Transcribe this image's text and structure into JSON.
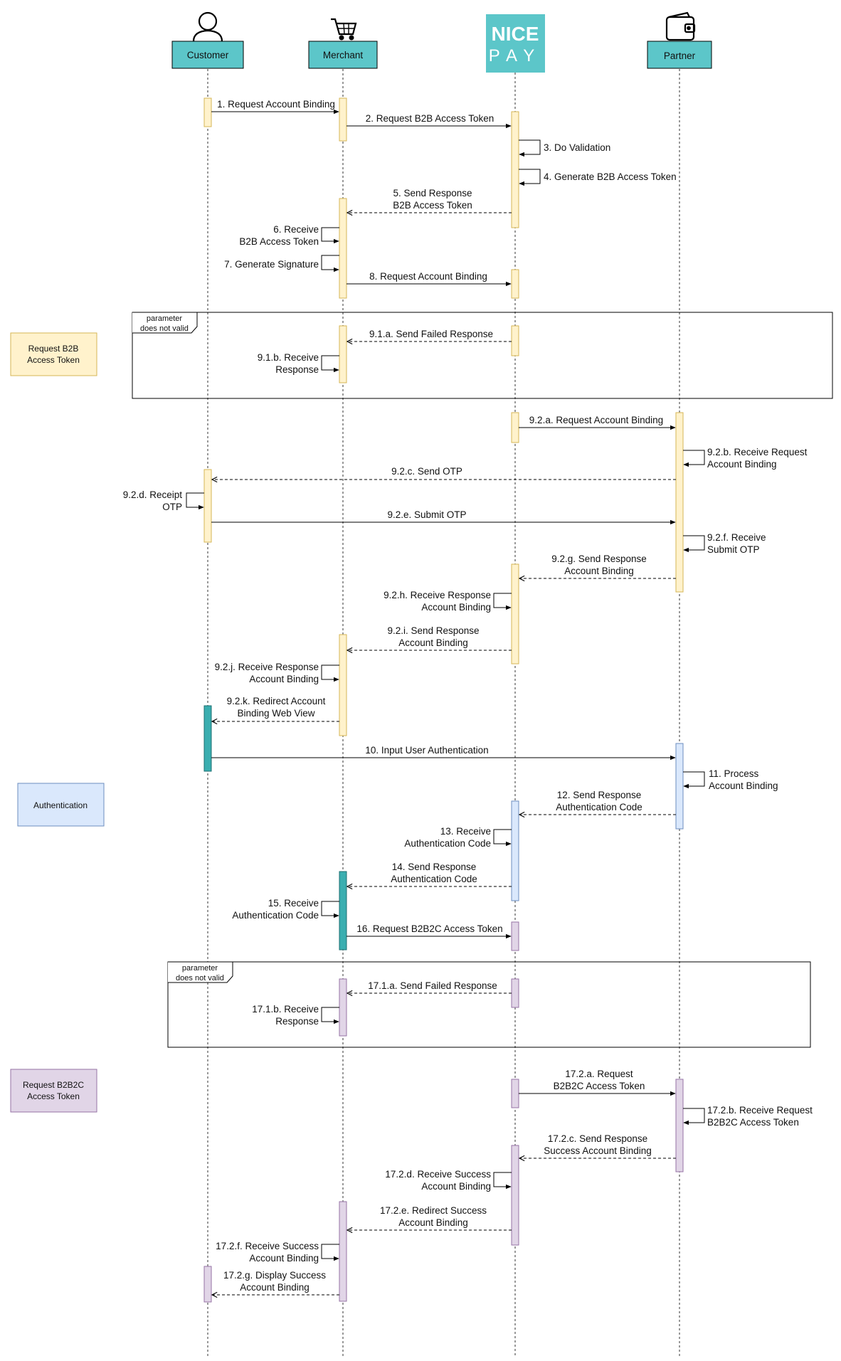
{
  "participants": [
    {
      "id": "customer",
      "label": "Customer",
      "icon": "person-icon"
    },
    {
      "id": "merchant",
      "label": "Merchant",
      "icon": "cart-icon"
    },
    {
      "id": "nicepay",
      "label": "",
      "icon": "nicepay-logo",
      "logo_line1": "NICE",
      "logo_line2": "PAY"
    },
    {
      "id": "partner",
      "label": "Partner",
      "icon": "wallet-icon"
    }
  ],
  "colors": {
    "participant_box": "#5cc6c9",
    "nicepay_logo": "#5cc6c9",
    "act_yellow": "#fff2cc",
    "act_yellow_stroke": "#d6b656",
    "act_teal": "#3aaeb0",
    "act_blue": "#dae8fc",
    "act_blue_stroke": "#6c8ebf",
    "act_purple": "#e1d5e7",
    "act_purple_stroke": "#9673a6"
  },
  "notes": [
    {
      "id": "note-b2b",
      "lines": [
        "Request B2B",
        "Access Token"
      ],
      "color": "yellow"
    },
    {
      "id": "note-auth",
      "lines": [
        "Authentication"
      ],
      "color": "blue"
    },
    {
      "id": "note-b2b2c",
      "lines": [
        "Request B2B2C",
        "Access Token"
      ],
      "color": "purple"
    }
  ],
  "frames": [
    {
      "id": "frame-1",
      "lines": [
        "parameter",
        "does not valid"
      ]
    },
    {
      "id": "frame-2",
      "lines": [
        "parameter",
        "does not valid"
      ]
    }
  ],
  "messages": [
    {
      "id": "m1",
      "lines": [
        "1. Request Account Binding"
      ],
      "style": "solid"
    },
    {
      "id": "m2",
      "lines": [
        "2. Request B2B Access Token"
      ],
      "style": "solid"
    },
    {
      "id": "m3",
      "lines": [
        "3. Do Validation"
      ],
      "style": "self"
    },
    {
      "id": "m4",
      "lines": [
        "4. Generate B2B Access Token"
      ],
      "style": "self"
    },
    {
      "id": "m5",
      "lines": [
        "5. Send Response",
        "B2B Access Token"
      ],
      "style": "dashed"
    },
    {
      "id": "m6",
      "lines": [
        "6. Receive",
        "B2B Access Token"
      ],
      "style": "self"
    },
    {
      "id": "m7",
      "lines": [
        "7. Generate Signature"
      ],
      "style": "self"
    },
    {
      "id": "m8",
      "lines": [
        "8. Request Account Binding"
      ],
      "style": "solid"
    },
    {
      "id": "m9_1a",
      "lines": [
        "9.1.a. Send Failed Response"
      ],
      "style": "dashed"
    },
    {
      "id": "m9_1b",
      "lines": [
        "9.1.b. Receive",
        "Response"
      ],
      "style": "self"
    },
    {
      "id": "m9_2a",
      "lines": [
        "9.2.a. Request Account Binding"
      ],
      "style": "solid"
    },
    {
      "id": "m9_2b",
      "lines": [
        "9.2.b. Receive Request",
        "Account Binding"
      ],
      "style": "self"
    },
    {
      "id": "m9_2c",
      "lines": [
        "9.2.c. Send OTP"
      ],
      "style": "dashed"
    },
    {
      "id": "m9_2d",
      "lines": [
        "9.2.d. Receipt",
        "OTP"
      ],
      "style": "self"
    },
    {
      "id": "m9_2e",
      "lines": [
        "9.2.e. Submit OTP"
      ],
      "style": "solid"
    },
    {
      "id": "m9_2f",
      "lines": [
        "9.2.f. Receive",
        "Submit OTP"
      ],
      "style": "self"
    },
    {
      "id": "m9_2g",
      "lines": [
        "9.2.g. Send Response",
        "Account Binding"
      ],
      "style": "dashed"
    },
    {
      "id": "m9_2h",
      "lines": [
        "9.2.h. Receive Response",
        "Account Binding"
      ],
      "style": "self"
    },
    {
      "id": "m9_2i",
      "lines": [
        "9.2.i. Send Response",
        "Account Binding"
      ],
      "style": "dashed"
    },
    {
      "id": "m9_2j",
      "lines": [
        "9.2.j. Receive Response",
        "Account Binding"
      ],
      "style": "self"
    },
    {
      "id": "m9_2k",
      "lines": [
        "9.2.k. Redirect Account",
        "Binding Web View"
      ],
      "style": "dashed"
    },
    {
      "id": "m10",
      "lines": [
        "10. Input User Authentication"
      ],
      "style": "solid"
    },
    {
      "id": "m11",
      "lines": [
        "11. Process",
        "Account Binding"
      ],
      "style": "self"
    },
    {
      "id": "m12",
      "lines": [
        "12. Send Response",
        "Authentication Code"
      ],
      "style": "dashed"
    },
    {
      "id": "m13",
      "lines": [
        "13. Receive",
        "Authentication Code"
      ],
      "style": "self"
    },
    {
      "id": "m14",
      "lines": [
        "14. Send Response",
        "Authentication Code"
      ],
      "style": "dashed"
    },
    {
      "id": "m15",
      "lines": [
        "15. Receive",
        "Authentication Code"
      ],
      "style": "self"
    },
    {
      "id": "m16",
      "lines": [
        "16. Request B2B2C Access Token"
      ],
      "style": "solid"
    },
    {
      "id": "m17_1a",
      "lines": [
        "17.1.a. Send Failed Response"
      ],
      "style": "dashed"
    },
    {
      "id": "m17_1b",
      "lines": [
        "17.1.b. Receive",
        "Response"
      ],
      "style": "self"
    },
    {
      "id": "m17_2a",
      "lines": [
        "17.2.a. Request",
        "B2B2C Access Token"
      ],
      "style": "solid"
    },
    {
      "id": "m17_2b",
      "lines": [
        "17.2.b. Receive Request",
        "B2B2C Access Token"
      ],
      "style": "self"
    },
    {
      "id": "m17_2c",
      "lines": [
        "17.2.c. Send Response",
        "Success Account Binding"
      ],
      "style": "dashed"
    },
    {
      "id": "m17_2d",
      "lines": [
        "17.2.d. Receive Success",
        "Account Binding"
      ],
      "style": "self"
    },
    {
      "id": "m17_2e",
      "lines": [
        "17.2.e. Redirect Success",
        "Account Binding"
      ],
      "style": "dashed"
    },
    {
      "id": "m17_2f",
      "lines": [
        "17.2.f. Receive Success",
        "Account Binding"
      ],
      "style": "self"
    },
    {
      "id": "m17_2g",
      "lines": [
        "17.2.g. Display Success",
        "Account Binding"
      ],
      "style": "dashed"
    }
  ]
}
